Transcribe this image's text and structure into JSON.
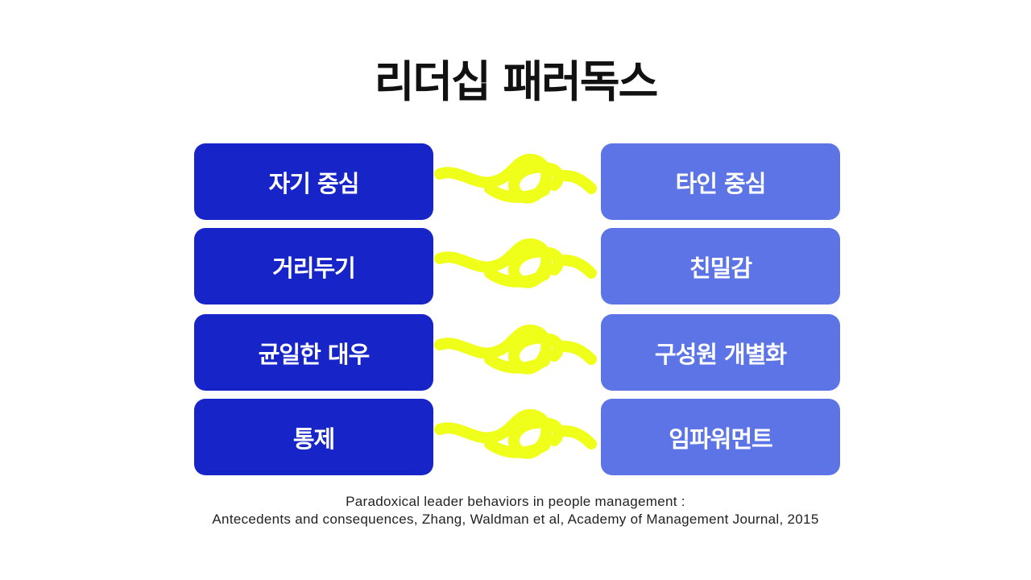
{
  "title": "리더십 패러독스",
  "pairs": [
    {
      "left": "자기 중심",
      "right": "타인 중심"
    },
    {
      "left": "거리두기",
      "right": "친밀감"
    },
    {
      "left": "균일한 대우",
      "right": "구성원 개별화"
    },
    {
      "left": "통제",
      "right": "임파워먼트"
    }
  ],
  "citation": {
    "line1": "Paradoxical leader behaviors in people management :",
    "line2": "Antecedents and consequences, Zhang, Waldman et al, Academy of Management Journal, 2015"
  },
  "colors": {
    "left_box": "#1725c8",
    "right_box": "#5c74e6",
    "knot": "#f0ff1a",
    "title": "#111111"
  },
  "icons": {
    "connector": "knot-icon"
  }
}
